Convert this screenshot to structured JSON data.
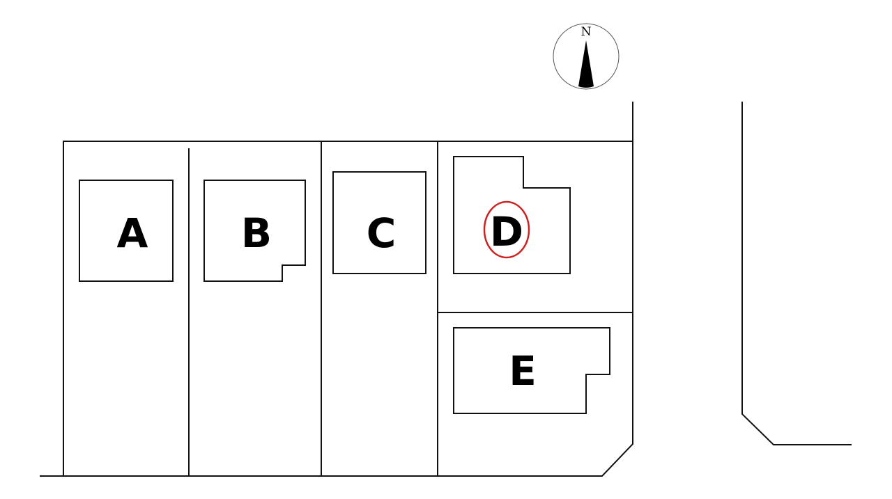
{
  "compass": {
    "letter": "N",
    "icon": "north-arrow-icon"
  },
  "lots": [
    {
      "id": "A",
      "label": "A",
      "highlighted": false
    },
    {
      "id": "B",
      "label": "B",
      "highlighted": false
    },
    {
      "id": "C",
      "label": "C",
      "highlighted": false
    },
    {
      "id": "D",
      "label": "D",
      "highlighted": true
    },
    {
      "id": "E",
      "label": "E",
      "highlighted": false
    }
  ],
  "colors": {
    "line": "#111111",
    "highlight": "#cc2222",
    "background": "#ffffff"
  }
}
